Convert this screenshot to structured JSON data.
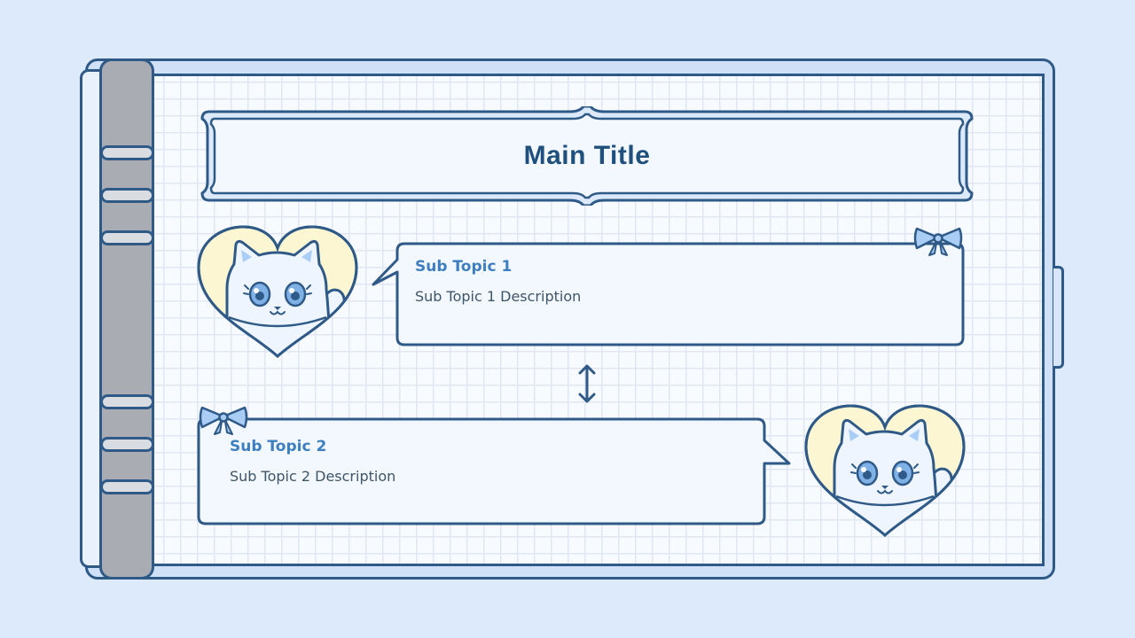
{
  "title": {
    "text": "Main Title"
  },
  "topics": [
    {
      "title": "Sub Topic 1",
      "description": "Sub Topic 1 Description"
    },
    {
      "title": "Sub Topic 2",
      "description": "Sub Topic 2 Description"
    }
  ],
  "icons": {
    "cat": "cat-face-icon",
    "bow": "bow-ribbon-icon",
    "arrow": "vertical-double-arrow-icon",
    "ring": "binder-ring-icon"
  },
  "colors": {
    "background": "#ddeafb",
    "outline": "#2f5a87",
    "heart_fill": "#fdf6d3",
    "subtitle": "#3d7fc0",
    "title": "#1f4f7c",
    "bow": "#a9cdf5"
  }
}
